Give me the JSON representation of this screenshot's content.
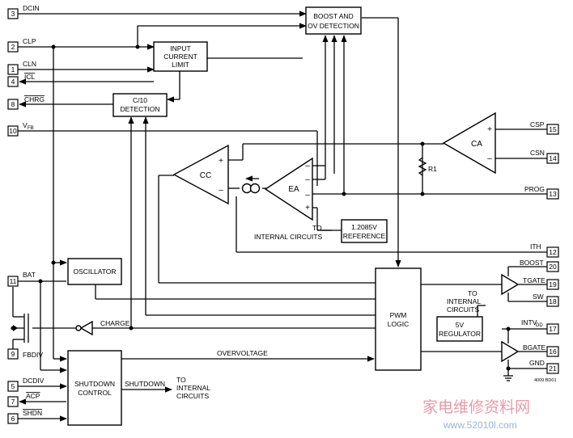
{
  "pins": {
    "dcin": {
      "num": "3",
      "name": "DCIN"
    },
    "clp": {
      "num": "2",
      "name": "CLP"
    },
    "cln": {
      "num": "1",
      "name": "CLN"
    },
    "icl": {
      "num": "4",
      "name": "ICL"
    },
    "chrg": {
      "num": "8",
      "name": "CHRG"
    },
    "vfb": {
      "num": "10",
      "name": "V",
      "sub": "FB"
    },
    "bat": {
      "num": "11",
      "name": "BAT"
    },
    "fbdiv": {
      "num": "9",
      "name": "FBDIV"
    },
    "dcdiv": {
      "num": "5",
      "name": "DCDIV"
    },
    "acp": {
      "num": "7",
      "name": "ACP"
    },
    "shdn": {
      "num": "6",
      "name": "SHDN"
    },
    "csp": {
      "num": "15",
      "name": "CSP"
    },
    "csn": {
      "num": "14",
      "name": "CSN"
    },
    "prog": {
      "num": "13",
      "name": "PROG"
    },
    "ith": {
      "num": "12",
      "name": "ITH"
    },
    "boost": {
      "num": "20",
      "name": "BOOST"
    },
    "tgate": {
      "num": "19",
      "name": "TGATE"
    },
    "sw": {
      "num": "18",
      "name": "SW"
    },
    "intvdd": {
      "num": "17",
      "name": "INTV",
      "sub": "DD"
    },
    "bgate": {
      "num": "16",
      "name": "BGATE"
    },
    "gnd": {
      "num": "21",
      "name": "GND"
    }
  },
  "blocks": {
    "boost_ov": [
      "BOOST AND",
      "OV DETECTION"
    ],
    "input_limit": [
      "INPUT",
      "CURRENT",
      "LIMIT"
    ],
    "c10": [
      "C/10",
      "DETECTION"
    ],
    "oscillator": "OSCILLATOR",
    "shutdown_control": [
      "SHUTDOWN",
      "CONTROL"
    ],
    "pwm_logic": [
      "PWM",
      "LOGIC"
    ],
    "regulator_5v": [
      "5V",
      "REGULATOR"
    ],
    "reference": [
      "1.2085V",
      "REFERENCE"
    ]
  },
  "amps": {
    "cc": "CC",
    "ea": "EA",
    "ca": "CA",
    "plus": "+",
    "minus": "–"
  },
  "labels": {
    "r1": "R1",
    "charge": "CHARGE",
    "overvoltage": "OVERVOLTAGE",
    "shutdown": "SHUTDOWN",
    "to_internal_ea": [
      "TO",
      "INTERNAL CIRCUITS"
    ],
    "to_internal_shdn": [
      "TO",
      "INTERNAL",
      "CIRCUITS"
    ],
    "to_internal_pwm": [
      "TO",
      "INTERNAL",
      "CIRCUITS"
    ],
    "figure_code": "4009 BD01",
    "watermark_cn": "家电维修资料网",
    "watermark_url": "www.52010l.com"
  }
}
